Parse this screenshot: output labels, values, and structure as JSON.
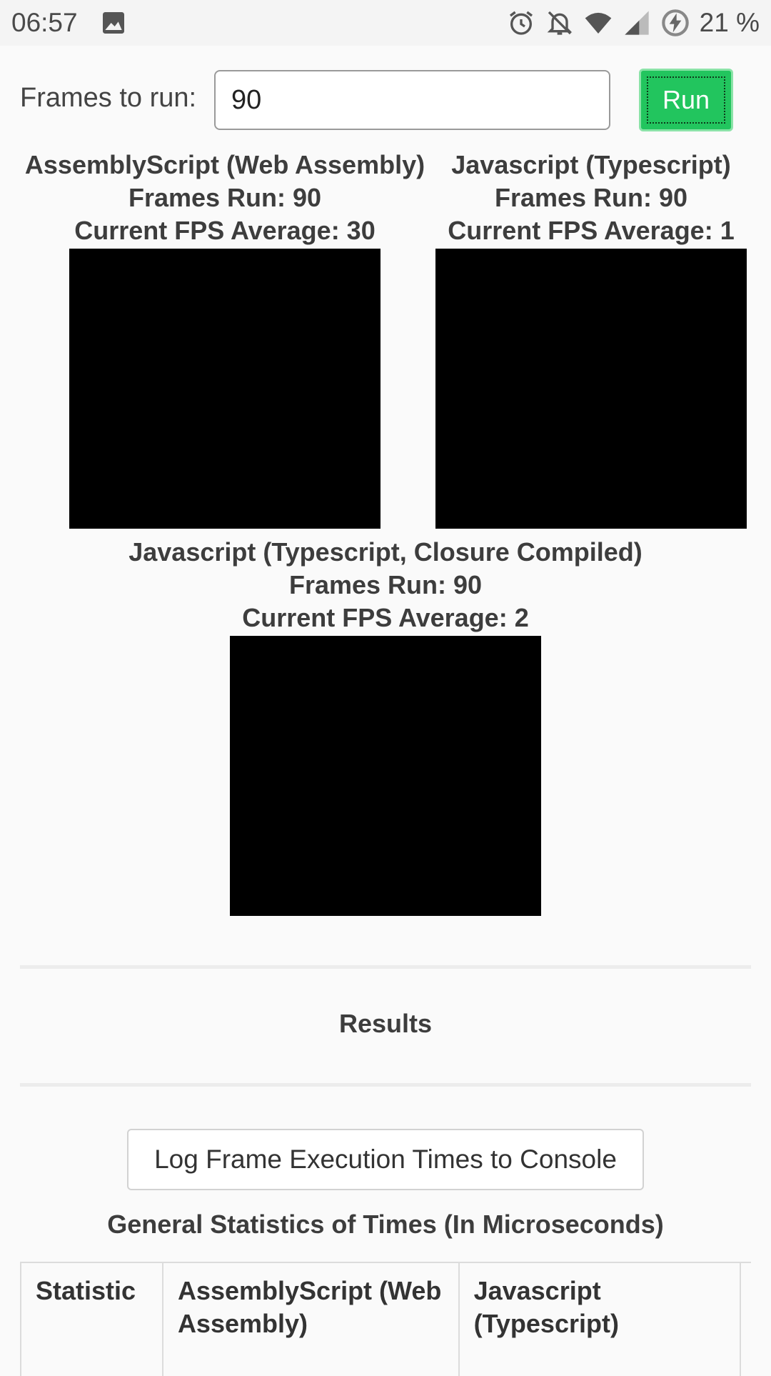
{
  "status_bar": {
    "time": "06:57",
    "battery": "21 %",
    "icons": [
      "image-icon",
      "alarm-icon",
      "notifications-off-icon",
      "wifi-icon",
      "signal-icon",
      "battery-charging-icon"
    ]
  },
  "controls": {
    "frames_label": "Frames to run:",
    "frames_value": "90",
    "run_label": "Run"
  },
  "benchmarks": [
    {
      "title": "AssemblyScript (Web Assembly)",
      "frames_run": "Frames Run: 90",
      "fps_average": "Current FPS Average: 30"
    },
    {
      "title": "Javascript (Typescript)",
      "frames_run": "Frames Run: 90",
      "fps_average": "Current FPS Average: 1"
    },
    {
      "title": "Javascript (Typescript, Closure Compiled)",
      "frames_run": "Frames Run: 90",
      "fps_average": "Current FPS Average: 2"
    }
  ],
  "results": {
    "heading": "Results",
    "log_button_label": "Log Frame Execution Times to Console",
    "stats_title": "General Statistics of Times (In Microseconds)",
    "table_headers": [
      "Statistic",
      "AssemblyScript (Web Assembly)",
      "Javascript (Typescript)",
      ""
    ]
  },
  "colors": {
    "run_button": "#22c55e",
    "canvas": "#000000",
    "background": "#fafafa"
  }
}
